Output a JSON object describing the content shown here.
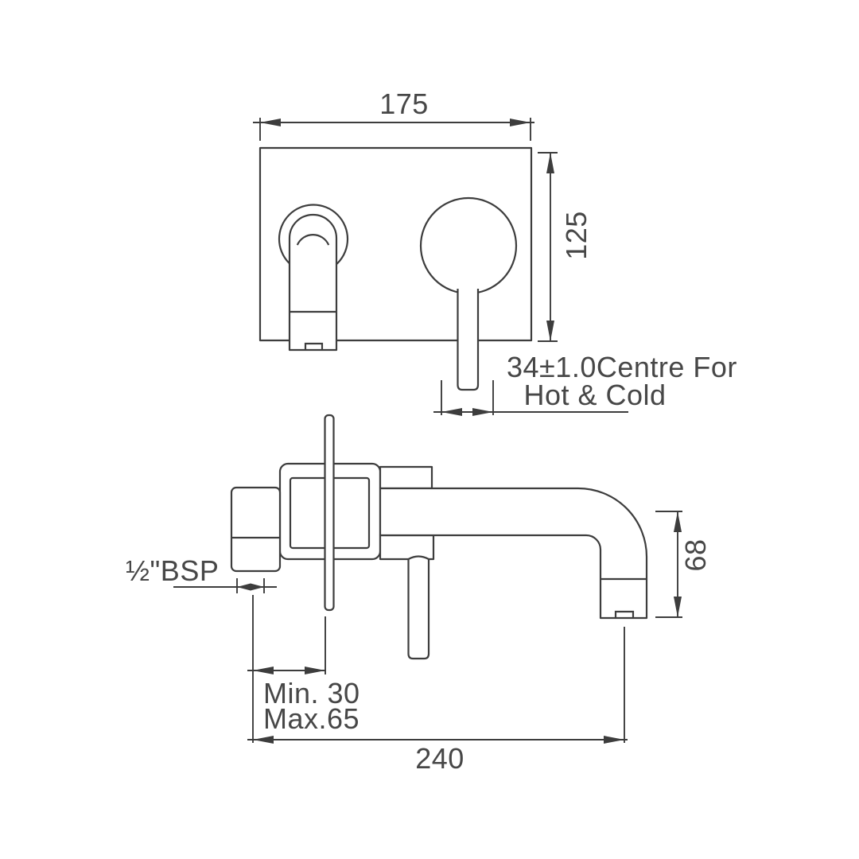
{
  "top_view": {
    "plate_width": "175",
    "plate_height": "125",
    "centres_note_line1": "34±1.0Centre For",
    "centres_note_line2": "Hot & Cold"
  },
  "side_view": {
    "thread_label": "½\"BSP",
    "depth_min": "Min. 30",
    "depth_max": "Max.65",
    "reach": "240",
    "drop": "68"
  }
}
